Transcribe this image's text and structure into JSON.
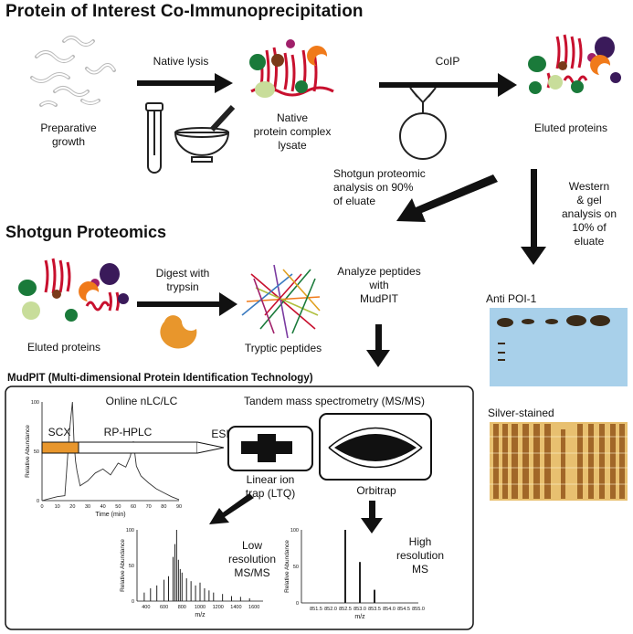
{
  "titles": {
    "coip": "Protein of Interest Co-Immunoprecipitation",
    "shotgun": "Shotgun Proteomics",
    "mudpit": "MudPIT (Multi-dimensional Protein Identification Technology)"
  },
  "steps": {
    "prep_growth": [
      "Preparative",
      "growth"
    ],
    "native_lysis": "Native lysis",
    "lysate": [
      "Native",
      "protein complex",
      "lysate"
    ],
    "coip": "CoIP",
    "eluted_top": "Eluted proteins",
    "shotgun_split": [
      "Shotgun proteomic",
      "analysis on 90%",
      "of eluate"
    ],
    "western_split": [
      "Western",
      "& gel",
      "analysis on",
      "10% of",
      "eluate"
    ],
    "eluted_mid": "Eluted proteins",
    "digest": [
      "Digest with",
      "trypsin"
    ],
    "tryptic": "Tryptic peptides",
    "analyze": [
      "Analyze peptides",
      "with",
      "MudPIT"
    ]
  },
  "blots": {
    "anti": "Anti POI-1",
    "silver": "Silver-stained"
  },
  "mudpit": {
    "online": "Online nLC/LC",
    "tandem": "Tandem mass spectrometry (MS/MS)",
    "scx": "SCX",
    "rphplc": "RP-HPLC",
    "esi": "ESI",
    "ltq": [
      "Linear ion",
      "trap (LTQ)"
    ],
    "orbitrap": "Orbitrap",
    "low": [
      "Low",
      "resolution",
      "MS/MS"
    ],
    "high": [
      "High",
      "resolution",
      "MS"
    ]
  },
  "chart_data": [
    {
      "type": "line",
      "title": "",
      "xlabel": "Time (min)",
      "ylabel": "Relative Abundance",
      "xlim": [
        0,
        90
      ],
      "ylim": [
        0,
        100
      ],
      "xticks": [
        "0",
        "10",
        "20",
        "30",
        "40",
        "50",
        "60",
        "70",
        "80",
        "90"
      ],
      "yticks": [
        "0",
        "50",
        "100"
      ],
      "x": [
        0,
        5,
        10,
        15,
        18,
        20,
        21,
        22,
        23,
        25,
        30,
        35,
        40,
        45,
        50,
        55,
        58,
        60,
        62,
        65,
        70,
        75,
        80,
        85,
        90
      ],
      "values": [
        0,
        2,
        4,
        5,
        70,
        100,
        60,
        40,
        30,
        15,
        20,
        28,
        32,
        26,
        38,
        34,
        45,
        60,
        35,
        25,
        18,
        12,
        8,
        4,
        1
      ]
    },
    {
      "type": "bar",
      "title": "",
      "xlabel": "m/z",
      "ylabel": "Relative Abundance",
      "xlim": [
        300,
        1700
      ],
      "ylim": [
        0,
        100
      ],
      "xticks": [
        "400",
        "600",
        "800",
        "1000",
        "1200",
        "1400",
        "1600"
      ],
      "yticks": [
        "0",
        "50",
        "100"
      ],
      "x": [
        380,
        450,
        520,
        600,
        650,
        700,
        720,
        740,
        760,
        780,
        800,
        850,
        900,
        950,
        1000,
        1050,
        1100,
        1150,
        1250,
        1350,
        1450,
        1550
      ],
      "values": [
        12,
        18,
        22,
        30,
        35,
        62,
        80,
        100,
        58,
        45,
        40,
        32,
        28,
        22,
        26,
        18,
        15,
        12,
        10,
        7,
        6,
        4
      ]
    },
    {
      "type": "bar",
      "title": "",
      "xlabel": "m/z",
      "ylabel": "Relative Abundance",
      "xlim": [
        851,
        855
      ],
      "ylim": [
        0,
        100
      ],
      "xticks": [
        "851.5",
        "852.0",
        "852.5",
        "853.0",
        "853.5",
        "854.0",
        "854.5",
        "855.0"
      ],
      "yticks": [
        "0",
        "50",
        "100"
      ],
      "x": [
        852.5,
        853.0,
        853.5
      ],
      "values": [
        100,
        56,
        18
      ]
    }
  ]
}
